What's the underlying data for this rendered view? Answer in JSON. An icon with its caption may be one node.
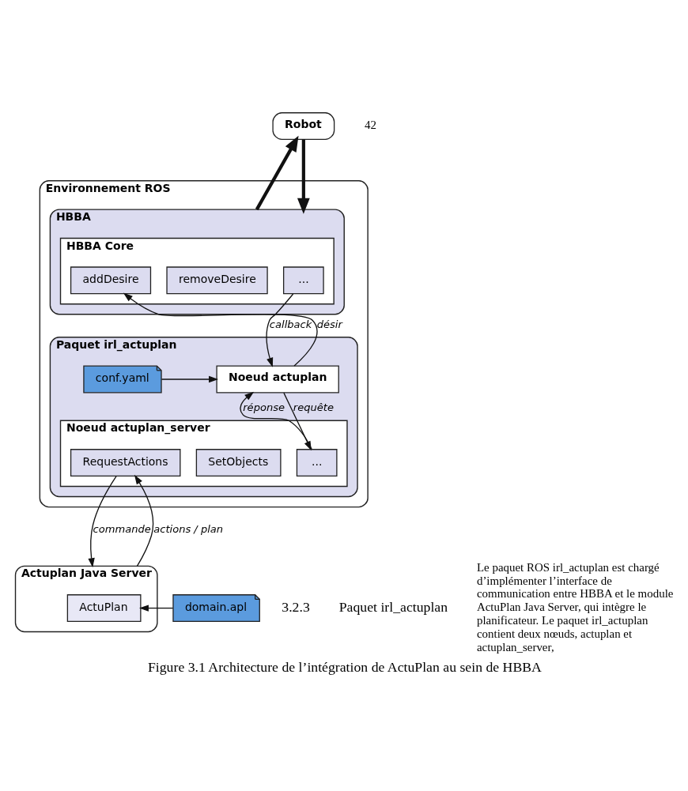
{
  "diagram": {
    "caption": "Figure 3.1 Architecture de l’intégration de ActuPlan au sein de HBBA",
    "nodes": [
      {
        "text": [
          "Robot"
        ]
      },
      {
        "text": [
          "Environnement ROS"
        ]
      },
      {
        "text": [
          "HBBA"
        ],
        "in": 1
      },
      {
        "text": [
          "HBBA Core"
        ],
        "in": 2
      },
      {
        "text": [
          "..."
        ],
        "in": 3
      },
      {
        "text": [
          "removeDesire"
        ],
        "in": 3
      },
      {
        "text": [
          "addDesire"
        ],
        "in": 3
      },
      {
        "text": [
          "Paquet irl_actuplan"
        ],
        "in": 1
      },
      {
        "text": [
          "Noeud actuplan_server"
        ],
        "in": 7
      },
      {
        "text": [
          "..."
        ],
        "in": 8
      },
      {
        "text": [
          "SetObjects"
        ],
        "in": 8
      },
      {
        "text": [
          "RequestActions"
        ],
        "in": 8
      },
      {
        "text": [
          "Noeud actuplan"
        ],
        "in": 7
      },
      {
        "text": [
          "conf.yaml"
        ],
        "in": 7
      },
      {
        "text": [
          "Actuplan Java Server"
        ]
      },
      {
        "text": [
          "ActuPlan"
        ],
        "in": 14
      },
      {
        "text": [
          "domain.apl"
        ]
      }
    ],
    "edges": [
      {
        "from": 2,
        "to": 0,
        "arrow": "to",
        "style": "thick"
      },
      {
        "from": 0,
        "to": 2,
        "arrow": "to",
        "style": "thick"
      },
      {
        "from": 4,
        "to": 12,
        "arrow": "to",
        "label": "callback"
      },
      {
        "from": 12,
        "to": 6,
        "arrow": "to",
        "label": "désir"
      },
      {
        "from": 12,
        "to": 9,
        "arrow": "to",
        "label": "requête"
      },
      {
        "from": 9,
        "to": 12,
        "arrow": "to",
        "label": "réponse"
      },
      {
        "from": 13,
        "to": 12,
        "arrow": "to"
      },
      {
        "from": 11,
        "to": 14,
        "arrow": "to",
        "label": "commande"
      },
      {
        "from": 14,
        "to": 11,
        "arrow": "to",
        "label": "actions / plan"
      },
      {
        "from": 16,
        "to": 15,
        "arrow": "to"
      }
    ],
    "labels": [
      "42",
      "3.2.3",
      "Paquet irl_actuplan",
      "Le paquet ROS irl_actuplan est chargé d’implémenter l’interface de communication entre HBBA et le module ActuPlan Java Server, qui intègre le planificateur. Le paquet irl_actuplan contient deux nœuds, actuplan et actuplan_server,"
    ]
  }
}
